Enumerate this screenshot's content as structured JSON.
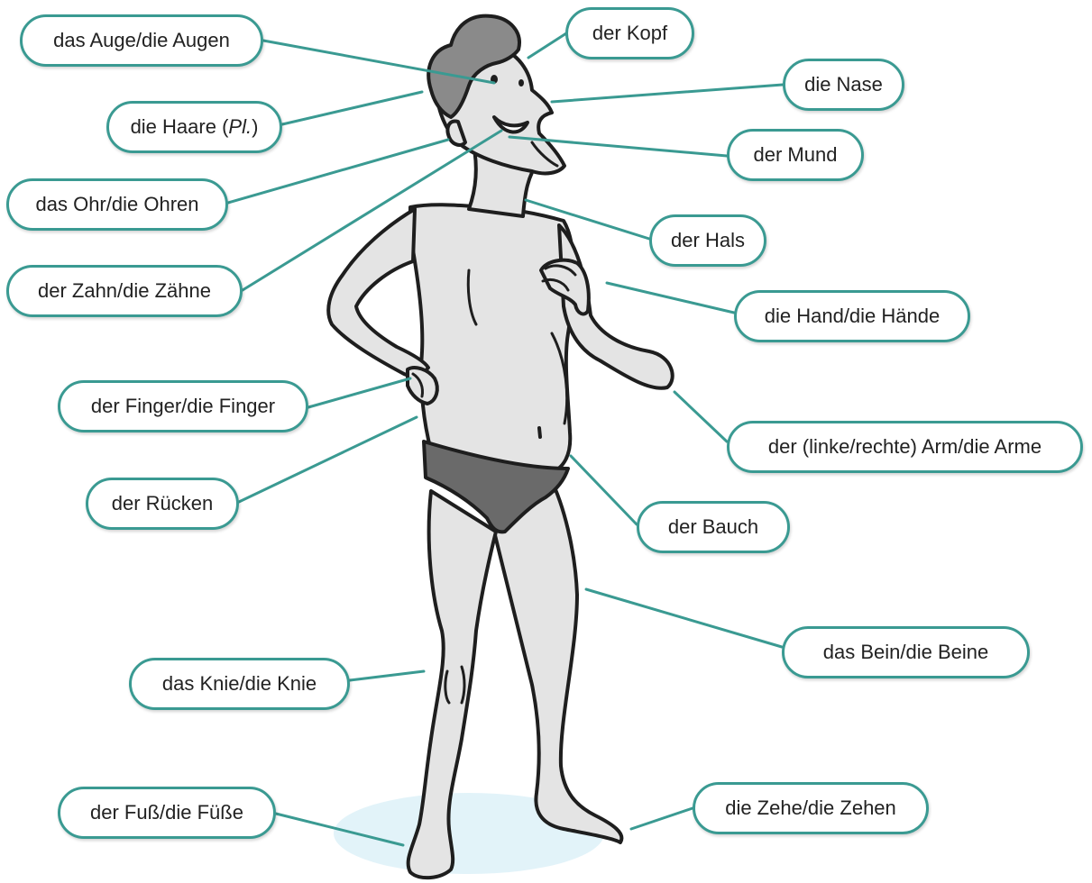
{
  "colors": {
    "accent": "#3a9a92",
    "skin": "#e4e4e4",
    "hair": "#8a8a8a",
    "briefs": "#6a6a6a",
    "outline": "#1e1e1e",
    "floor_shadow": "#d6eef6"
  },
  "labels": {
    "auge": "das Auge/die Augen",
    "kopf": "der Kopf",
    "nase": "die Nase",
    "haare_pre": "die Haare (",
    "haare_pl": "Pl.",
    "haare_post": ")",
    "mund": "der Mund",
    "ohr": "das Ohr/die Ohren",
    "hals": "der Hals",
    "zahn": "der Zahn/die Zähne",
    "hand": "die Hand/die Hände",
    "finger": "der Finger/die Finger",
    "arm": "der (linke/rechte) Arm/die Arme",
    "ruecken": "der Rücken",
    "bauch": "der Bauch",
    "bein": "das Bein/die Beine",
    "knie": "das Knie/die Knie",
    "fuss": "der Fuß/die Füße",
    "zehe": "die Zehe/die Zehen"
  }
}
